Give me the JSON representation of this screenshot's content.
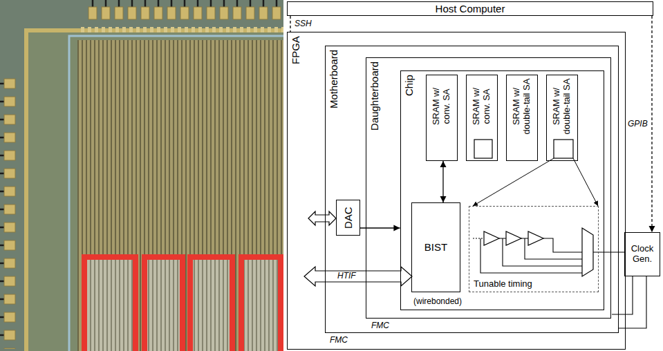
{
  "diagram": {
    "nodes": [
      {
        "text": [
          "Host Computer"
        ]
      },
      {
        "text": [
          "FPGA"
        ]
      },
      {
        "text": [
          "Motherboard"
        ],
        "in": 1
      },
      {
        "text": [
          "Daughterboard"
        ],
        "in": 2
      },
      {
        "text": [
          "Chip"
        ],
        "in": 3
      },
      {
        "text": [
          "SRAM w/ conv. SA"
        ],
        "in": 4
      },
      {
        "text": [
          "SRAM w/ conv. SA"
        ],
        "in": 4
      },
      {
        "text": [
          "SRAM w/ double-tail SA"
        ],
        "in": 4
      },
      {
        "text": [
          "SRAM w/ double-tail SA"
        ],
        "in": 4
      },
      {
        "text": [
          "DAC"
        ],
        "in": 2
      },
      {
        "text": [
          "BIST"
        ],
        "in": 4
      },
      {
        "text": [
          "Tunable timing"
        ],
        "in": 4
      },
      {
        "text": [
          "Clock Gen."
        ]
      }
    ],
    "edges": [
      {
        "from": 0,
        "to": 1,
        "label": "SSH",
        "arrow": "none"
      },
      {
        "from": 0,
        "to": 12,
        "label": "GPIB",
        "arrow": "to"
      },
      {
        "from": 10,
        "to": 5,
        "arrow": "both"
      },
      {
        "from": 9,
        "to": 4,
        "arrow": "to"
      }
    ],
    "labels": [
      "HTIF",
      "FMC",
      "FMC",
      "(wirebonded)"
    ]
  }
}
